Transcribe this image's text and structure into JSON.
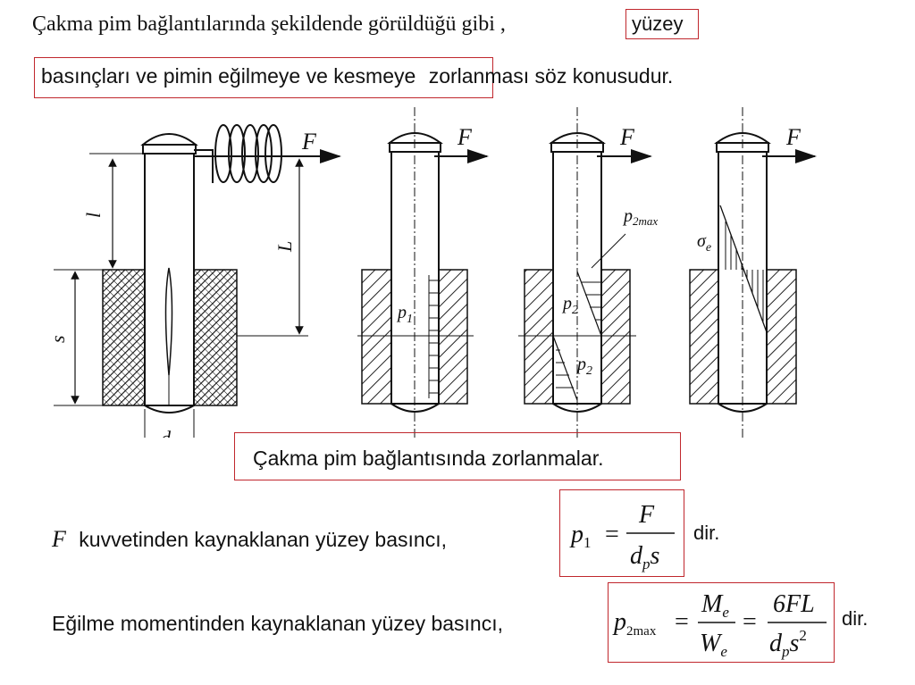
{
  "heading": {
    "line1": "Çakma pim bağlantılarında şekildende görüldüğü gibi ,",
    "highlight_word": "yüzey",
    "line2_boxed": "basınçları ve pimin eğilmeye ve kesmeye",
    "line2_rest": "zorlanması söz konusudur."
  },
  "figure": {
    "caption": "Çakma pim bağlantısında zorlanmalar.",
    "labels": {
      "force": "F",
      "l": "l",
      "L": "L",
      "s": "s",
      "dp": "d",
      "dp_sub": "p",
      "p1": "p",
      "p1_sub": "1",
      "p2": "p",
      "p2_sub": "2",
      "p2max": "p",
      "p2max_sub": "2max",
      "sigma_e": "σ",
      "sigma_e_sub": "e"
    }
  },
  "formula1": {
    "symbol": "F",
    "label": "kuvvetinden kaynaklanan yüzey basıncı,",
    "lhs": "p",
    "lhs_sub": "1",
    "eq": "=",
    "numerator": "F",
    "denominator": "d",
    "denominator_sub": "p",
    "denominator_tail": "s",
    "suffix": "dir."
  },
  "formula2": {
    "label": "Eğilme momentinden kaynaklanan yüzey basıncı,",
    "lhs": "p",
    "lhs_sub": "2max",
    "eq1": "=",
    "frac1_num": "M",
    "frac1_num_sub": "e",
    "frac1_den": "W",
    "frac1_den_sub": "e",
    "eq2": "=",
    "frac2_num": "6FL",
    "frac2_den": "d",
    "frac2_den_sub": "p",
    "frac2_den_tail": "s",
    "frac2_den_sup": "2",
    "suffix": "dir."
  },
  "colors": {
    "highlight_box": "#c0272d",
    "ink": "#111111"
  }
}
